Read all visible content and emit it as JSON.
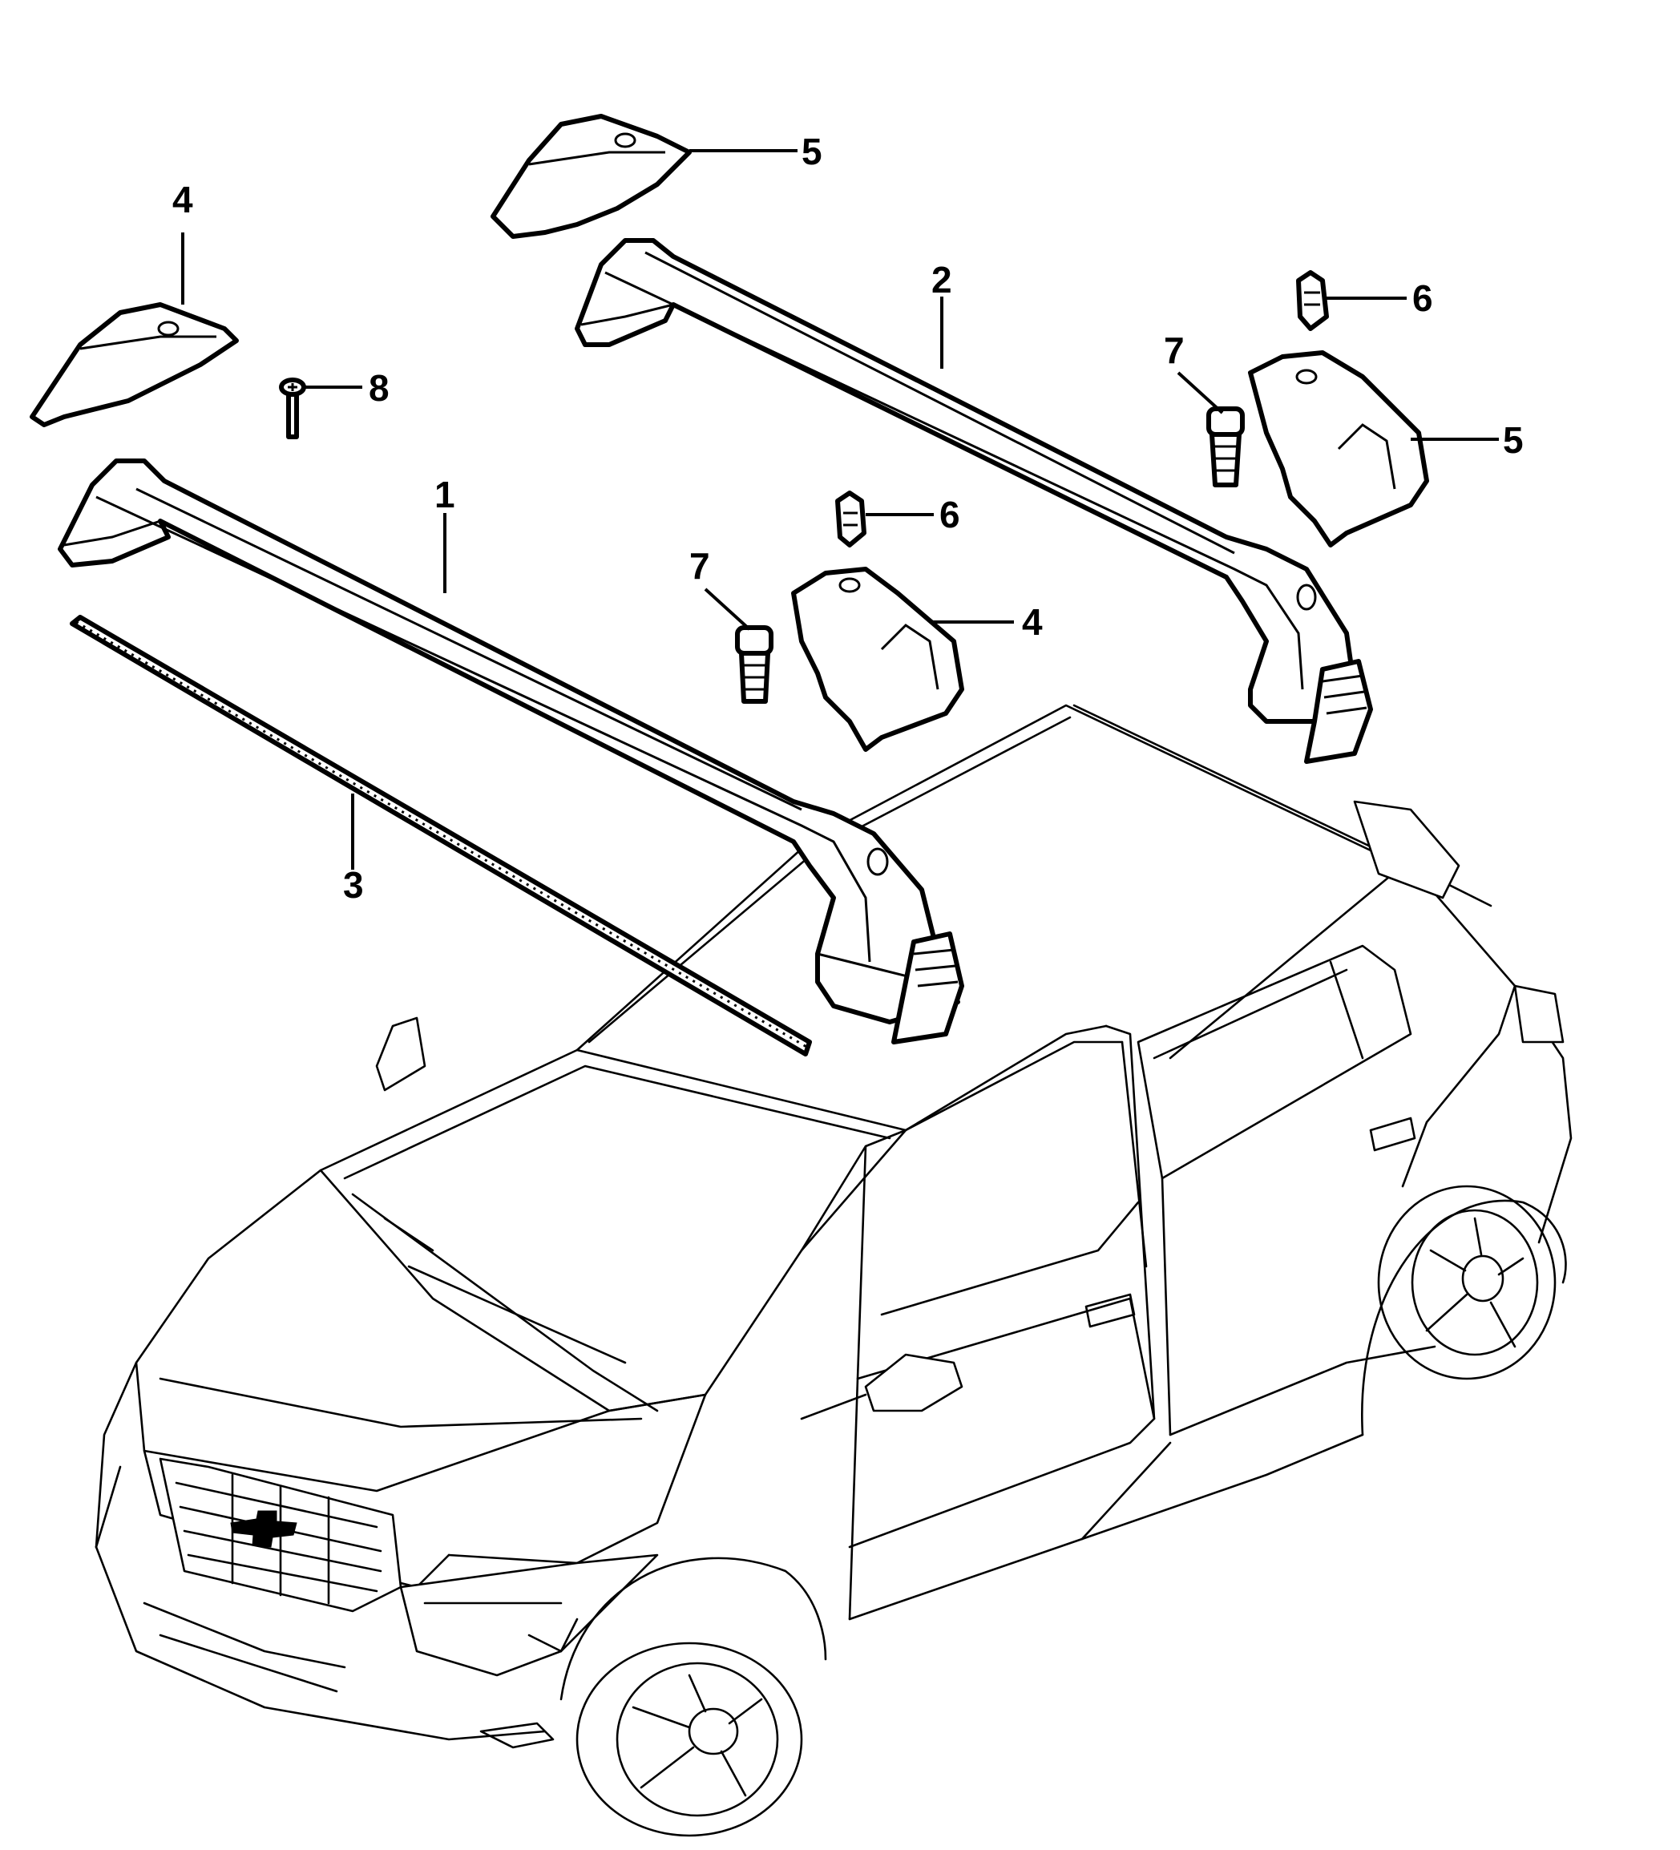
{
  "callouts": [
    {
      "id": "c1",
      "label": "1"
    },
    {
      "id": "c2",
      "label": "2"
    },
    {
      "id": "c3",
      "label": "3"
    },
    {
      "id": "c4a",
      "label": "4"
    },
    {
      "id": "c4b",
      "label": "4"
    },
    {
      "id": "c5a",
      "label": "5"
    },
    {
      "id": "c5b",
      "label": "5"
    },
    {
      "id": "c6a",
      "label": "6"
    },
    {
      "id": "c6b",
      "label": "6"
    },
    {
      "id": "c7a",
      "label": "7"
    },
    {
      "id": "c7b",
      "label": "7"
    },
    {
      "id": "c8",
      "label": "8"
    }
  ],
  "colors": {
    "line": "#000000",
    "background": "#ffffff"
  }
}
